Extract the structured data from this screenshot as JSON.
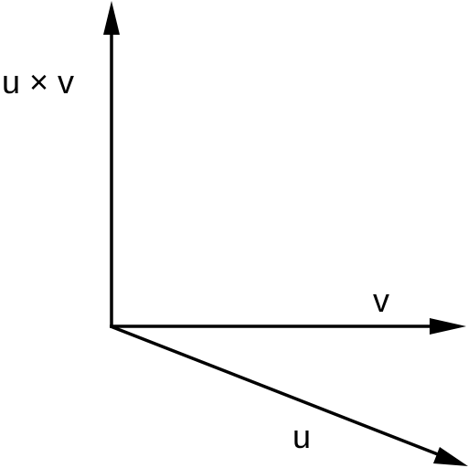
{
  "diagram": {
    "labels": {
      "cross": "u × v",
      "v": "v",
      "u": "u"
    },
    "colors": {
      "stroke": "#000000",
      "background": "#ffffff"
    }
  }
}
